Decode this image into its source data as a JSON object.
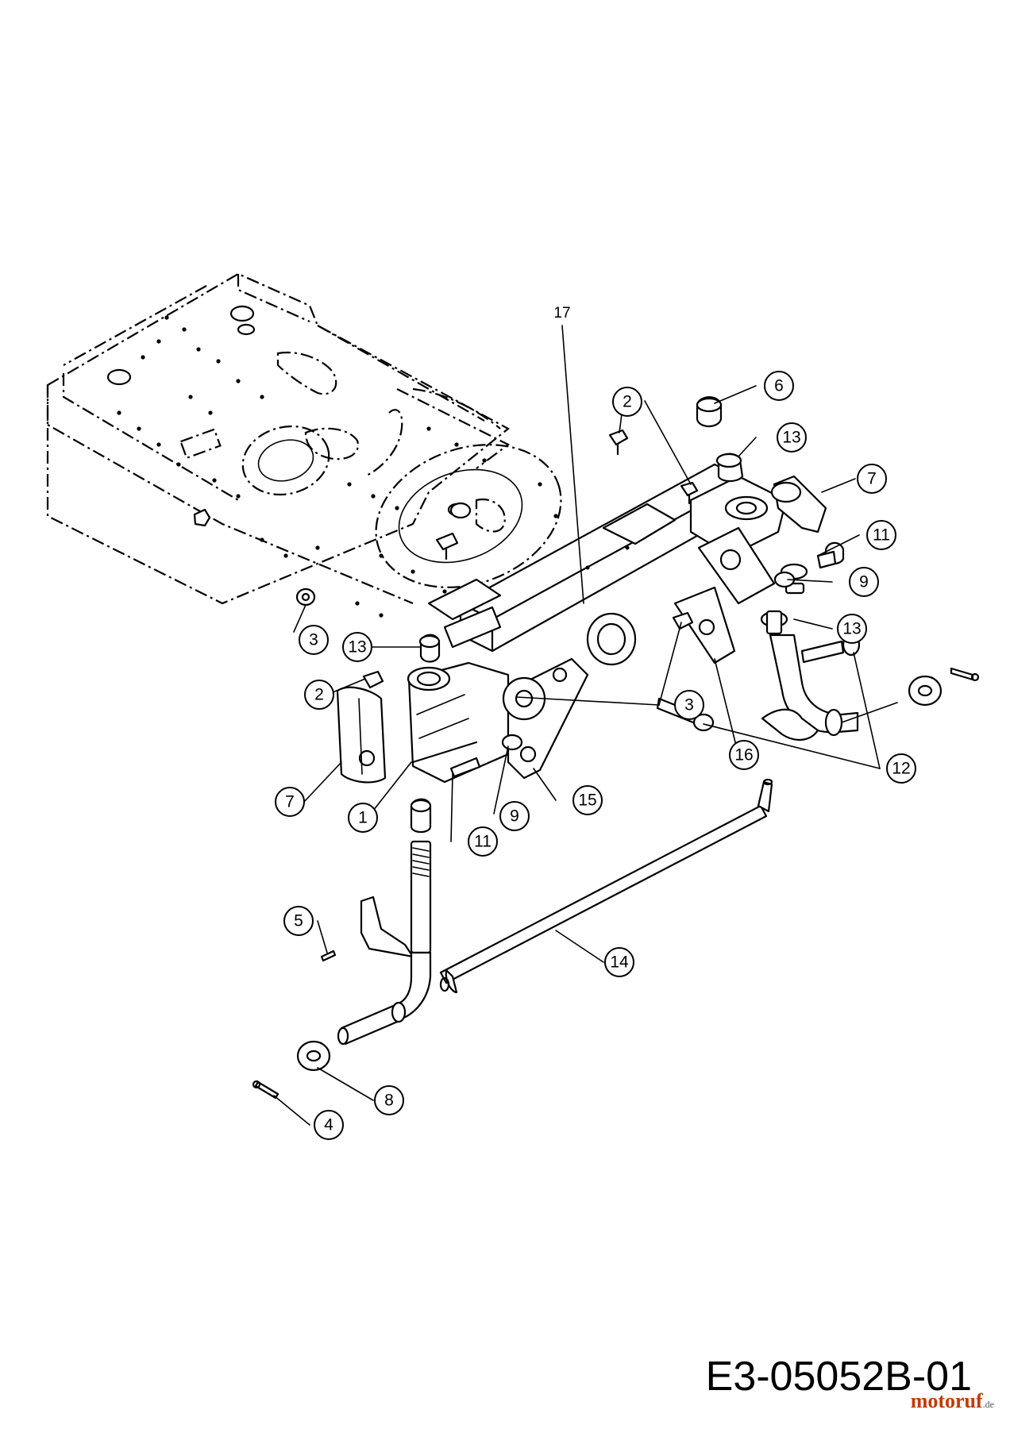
{
  "diagram": {
    "drawing_code": "E3-05052B-01",
    "brand": {
      "name": "motoruf",
      "tld": ".de"
    },
    "callouts": [
      {
        "id": "c17",
        "label": "17"
      },
      {
        "id": "c2a",
        "label": "2"
      },
      {
        "id": "c6",
        "label": "6"
      },
      {
        "id": "c13a",
        "label": "13"
      },
      {
        "id": "c7a",
        "label": "7"
      },
      {
        "id": "c11a",
        "label": "11"
      },
      {
        "id": "c9a",
        "label": "9"
      },
      {
        "id": "c13b",
        "label": "13"
      },
      {
        "id": "c3a",
        "label": "3"
      },
      {
        "id": "c13c",
        "label": "13"
      },
      {
        "id": "c2b",
        "label": "2"
      },
      {
        "id": "c3b",
        "label": "3"
      },
      {
        "id": "c16",
        "label": "16"
      },
      {
        "id": "c12",
        "label": "12"
      },
      {
        "id": "c7b",
        "label": "7"
      },
      {
        "id": "c1",
        "label": "1"
      },
      {
        "id": "c9b",
        "label": "9"
      },
      {
        "id": "c15",
        "label": "15"
      },
      {
        "id": "c11b",
        "label": "11"
      },
      {
        "id": "c5",
        "label": "5"
      },
      {
        "id": "c14",
        "label": "14"
      },
      {
        "id": "c8",
        "label": "8"
      },
      {
        "id": "c4",
        "label": "4"
      }
    ]
  }
}
